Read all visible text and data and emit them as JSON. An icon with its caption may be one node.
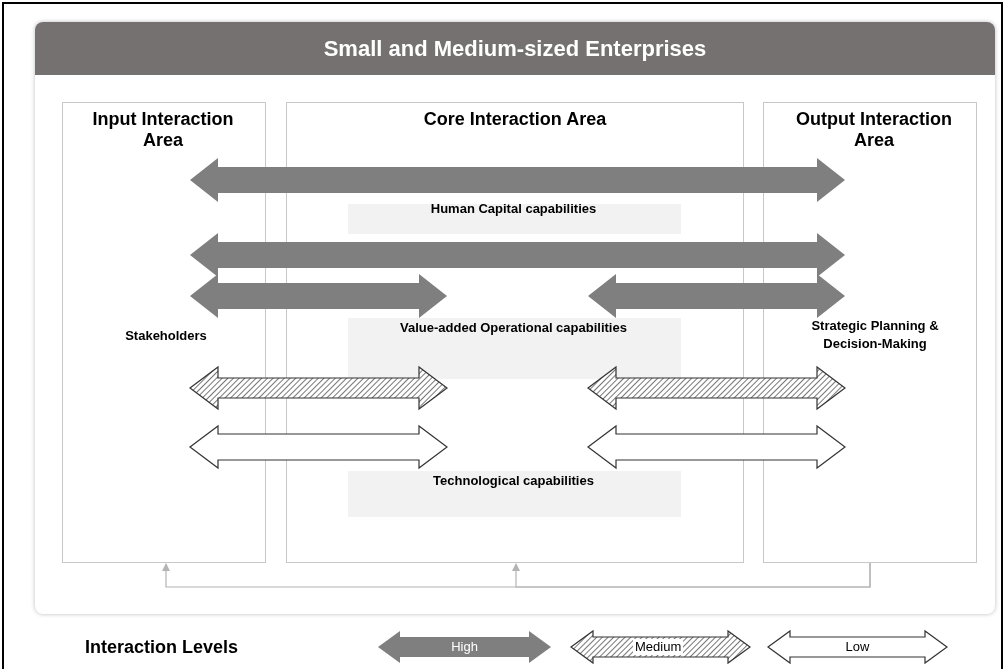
{
  "diagram": {
    "nodes": [
      {
        "text": [
          "Small and Medium-sized Enterprises"
        ]
      },
      {
        "text": [
          "Input Interaction Area"
        ],
        "in": 0
      },
      {
        "text": [
          "Core Interaction Area"
        ],
        "in": 0
      },
      {
        "text": [
          "Output Interaction Area"
        ],
        "in": 0
      },
      {
        "text": [
          "Stakeholders"
        ],
        "in": 1
      },
      {
        "text": [
          "Human Capital capabilities"
        ],
        "in": 2
      },
      {
        "text": [
          "Value-added Operational capabilities"
        ],
        "in": 2
      },
      {
        "text": [
          "Technological capabilities"
        ],
        "in": 2
      },
      {
        "text": [
          "Strategic Planning & Decision-Making"
        ],
        "in": 3
      }
    ],
    "edges": [
      {
        "from": 4,
        "to": 8,
        "arrow": "both",
        "style": "thick",
        "color": "#7f7f7f"
      },
      {
        "from": 4,
        "to": 8,
        "arrow": "both",
        "style": "thick",
        "color": "#7f7f7f"
      },
      {
        "from": 4,
        "to": 6,
        "arrow": "both",
        "style": "thick",
        "color": "#7f7f7f"
      },
      {
        "from": 6,
        "to": 8,
        "arrow": "both",
        "style": "thick",
        "color": "#7f7f7f"
      },
      {
        "from": 4,
        "to": 6,
        "arrow": "both",
        "style": "thick",
        "color": "#9a9a9a"
      },
      {
        "from": 6,
        "to": 8,
        "arrow": "both",
        "style": "thick",
        "color": "#9a9a9a"
      },
      {
        "from": 4,
        "to": 7,
        "arrow": "both",
        "style": "thick",
        "color": "#ffffff"
      },
      {
        "from": 7,
        "to": 8,
        "arrow": "both",
        "style": "thick",
        "color": "#ffffff"
      },
      {
        "from": 3,
        "to": 1,
        "arrow": "to",
        "color": "#b4b4b4"
      },
      {
        "from": 3,
        "to": 2,
        "arrow": "to",
        "color": "#b4b4b4"
      }
    ],
    "labels": [
      "Interaction Levels"
    ],
    "legend": [
      {
        "text": "High"
      },
      {
        "text": "Medium"
      },
      {
        "text": "Low"
      }
    ]
  }
}
